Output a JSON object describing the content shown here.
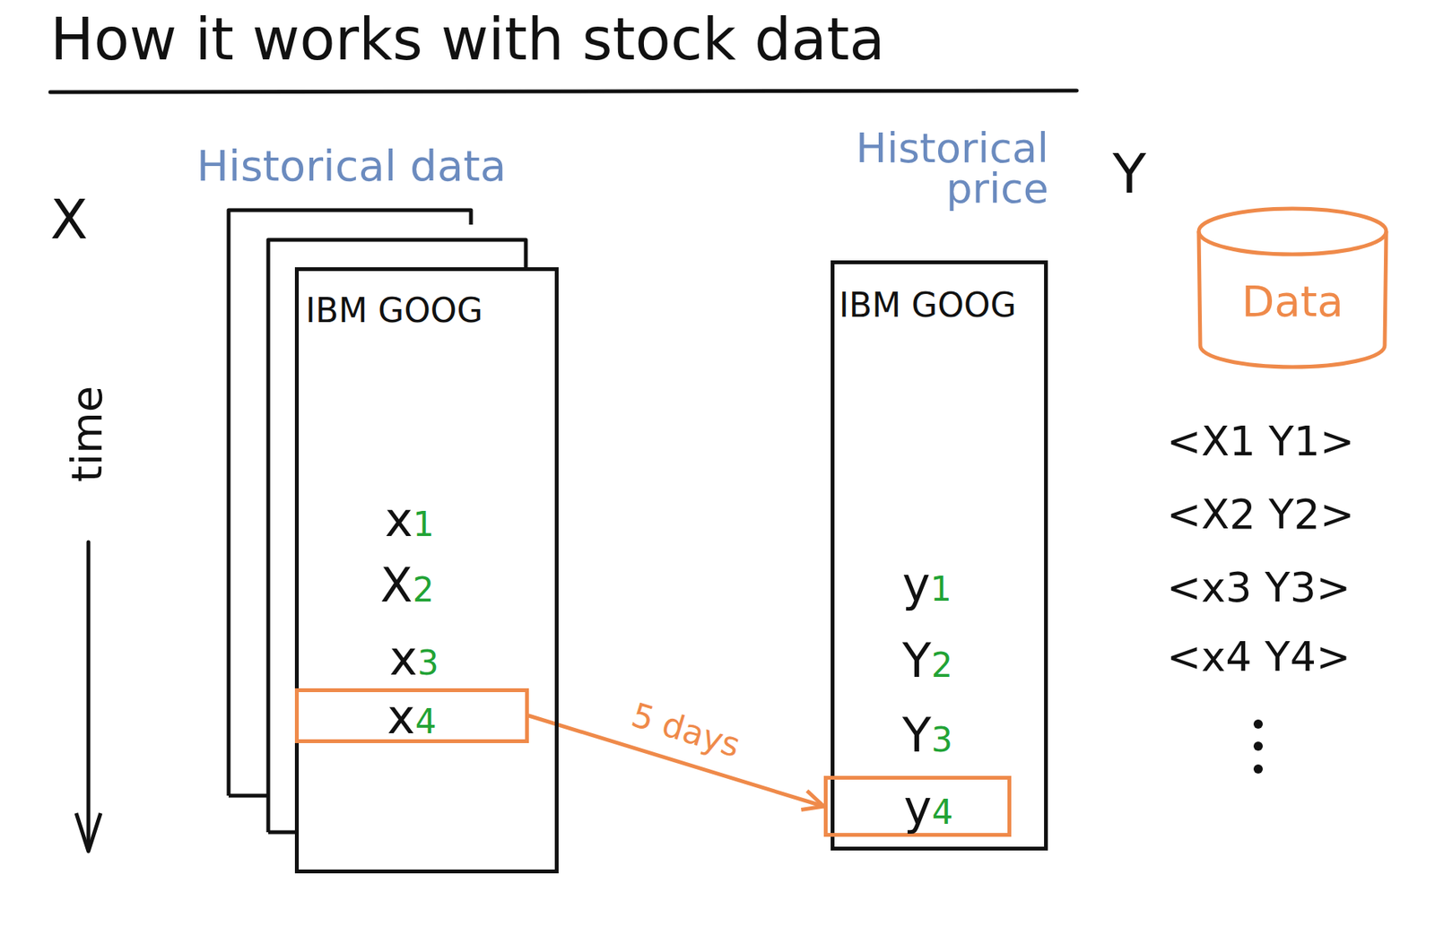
{
  "diagram": {
    "title": "How it works with stock data",
    "nodes": [
      {
        "text": [
          "Historical data",
          "IBM GOOG",
          "x1",
          "X2",
          "x3"
        ]
      },
      {
        "text": [
          "x4"
        ],
        "in": 0
      },
      {
        "text": [
          "Historical price",
          "IBM GOOG",
          "y1",
          "Y2",
          "Y3"
        ]
      },
      {
        "text": [
          "y4"
        ],
        "in": 2
      },
      {
        "text": [
          "Data"
        ]
      }
    ],
    "edges": [
      {
        "from": 1,
        "to": 3,
        "arrow": "to",
        "label": "5 days"
      }
    ],
    "labels": [
      "X",
      "Y",
      "time",
      "<X1 Y1>",
      "<X2 Y2>",
      "<x3 Y3>",
      "<x4 Y4>"
    ]
  }
}
